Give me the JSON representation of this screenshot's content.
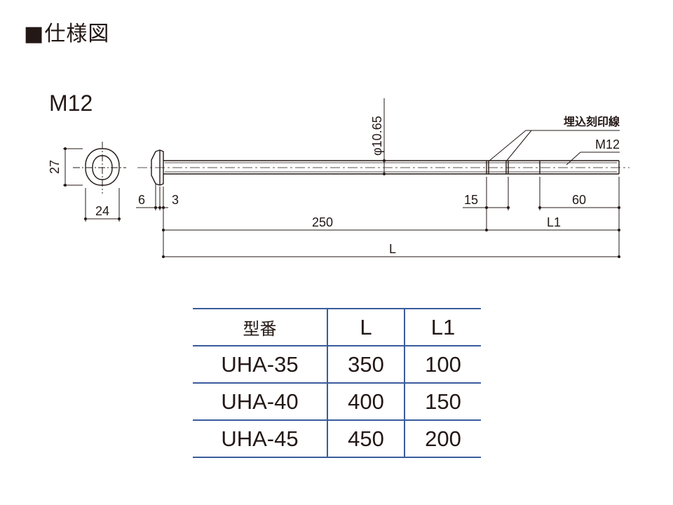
{
  "page_title": "■仕様図",
  "drawing": {
    "thread_label": "M12",
    "diameter_label": "φ10.65",
    "marking_label": "埋込刻印線",
    "end_thread_label": "M12",
    "dims": {
      "height": "27",
      "width": "24",
      "head": "6",
      "neck": "3",
      "mark_gap": "15",
      "thread_len": "60",
      "embed": "250",
      "l1": "L1",
      "l": "L"
    }
  },
  "table": {
    "headers": [
      "型番",
      "L",
      "L1"
    ],
    "rows": [
      [
        "UHA-35",
        "350",
        "100"
      ],
      [
        "UHA-40",
        "400",
        "150"
      ],
      [
        "UHA-45",
        "450",
        "200"
      ]
    ]
  },
  "colors": {
    "line": "#231815",
    "table_border": "#3a5c9c"
  }
}
